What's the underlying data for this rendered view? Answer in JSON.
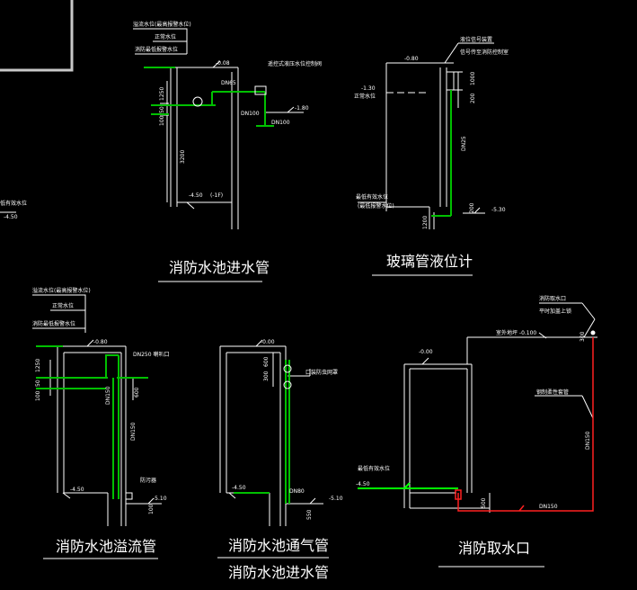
{
  "colors": {
    "background": "#000000",
    "structure": "#ffffff",
    "pipe": "#00c000",
    "pipe_bright": "#00ff00",
    "fire_pipe": "#ff2020",
    "dim": "#ffffff",
    "frame": "#c8c8c8"
  },
  "captions": {
    "inlet": "消防水池进水管",
    "gauge": "玻璃管液位计",
    "overflow": "消防水池溢流管",
    "vent": "消防水池通气管",
    "intake": "消防取水口",
    "inlet2": "消防水池进水管"
  },
  "inlet": {
    "note_top1": "溢流水位(最高报警水位)",
    "note_top2": "正常水位",
    "note_top3": "消防最低报警水位",
    "level_top": "-0.08",
    "valve_note": "遥控式液压水位控制阀",
    "pipe_a": "DN65",
    "pipe_b": "DN100",
    "pipe_c": "DN100",
    "level_mid": "-1.80",
    "dim_1250": "1250",
    "dim_50": "50",
    "dim_100": "100",
    "dim_3200": "3200",
    "level_bottom": "-4.50",
    "level_bottom_note": "(-1F)",
    "left_fragment": "低有效水位",
    "left_level": "-4.50"
  },
  "gauge": {
    "note1": "液位信号装置",
    "note2": "信号传至消防控制室",
    "level_top": "-0.80",
    "level_normal": "-1.30",
    "label_normal": "正常水位",
    "dim_1000": "1000",
    "dim_200": "200",
    "pipe": "DN25",
    "label_low": "最低有效水位",
    "label_low2": "(最低报警水位)",
    "dim_1200": "1200",
    "dim_200b": "200",
    "level_bottom": "-5.30"
  },
  "overflow": {
    "note_top1": "溢流水位(最高报警水位)",
    "note_top2": "正常水位",
    "note_top3": "消防最低报警水位",
    "level_top": "-0.80",
    "pipe_top": "DN250 喇叭口",
    "dim_1250": "1250",
    "dim_50": "50",
    "dim_100": "100",
    "dim_600": "600",
    "pipe_a": "DN150",
    "pipe_b": "DN150",
    "screen": "防污器",
    "level_bottom": "-4.50",
    "level_sump": "-5.10",
    "dim_100b": "100"
  },
  "vent": {
    "level_top": "-0.00",
    "dim_600": "600",
    "dim_300": "300",
    "note": "口装防虫网罩",
    "level_bottom": "-4.50",
    "pipe": "DN80",
    "level_sump": "-5.10",
    "dim_550": "550"
  },
  "intake": {
    "note1": "消防取水口",
    "note2": "平时加盖上锁",
    "level_ground": "室外地坪 -0.100",
    "dim_300": "300",
    "level_top": "-0.00",
    "pipe_note": "钢制柔性套管",
    "pipe_v": "DN150",
    "label_low": "最低有效水位",
    "level_low": "-4.50",
    "dim_500": "500",
    "pipe_h": "DN150"
  }
}
